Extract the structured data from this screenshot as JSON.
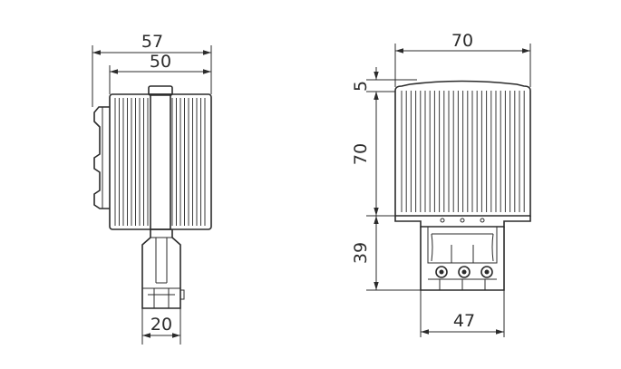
{
  "dimensions": {
    "side_view": {
      "overall_width": "57",
      "body_width": "50",
      "connector_width": "20"
    },
    "front_view": {
      "width": "70",
      "top_offset": "5",
      "body_height": "70",
      "connector_height": "39",
      "connector_width": "47"
    }
  },
  "colors": {
    "line": "#2b2b2b",
    "background": "#ffffff"
  }
}
